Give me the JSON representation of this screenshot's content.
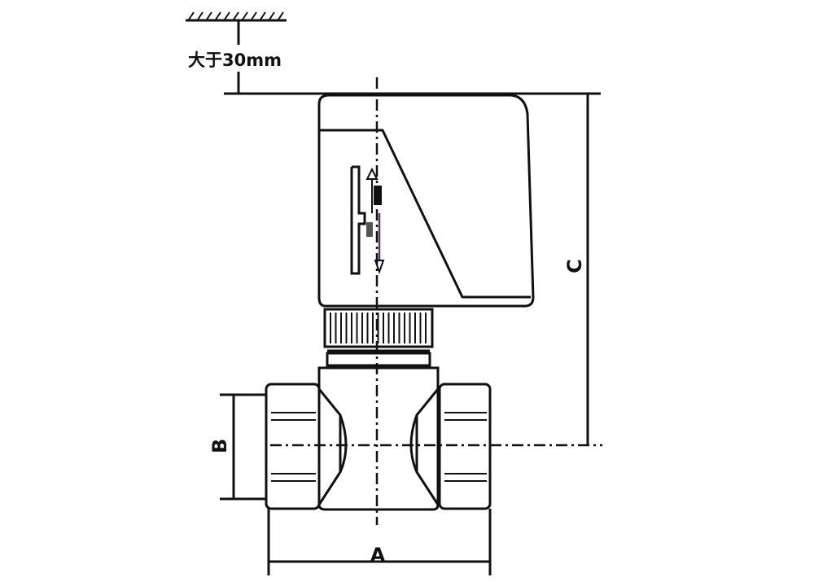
{
  "diagram": {
    "clearance_label": "大于30mm",
    "dimension_labels": {
      "width": "A",
      "port_height": "B",
      "total_height": "C"
    },
    "line_color": "#111111",
    "background_color": "#ffffff"
  }
}
